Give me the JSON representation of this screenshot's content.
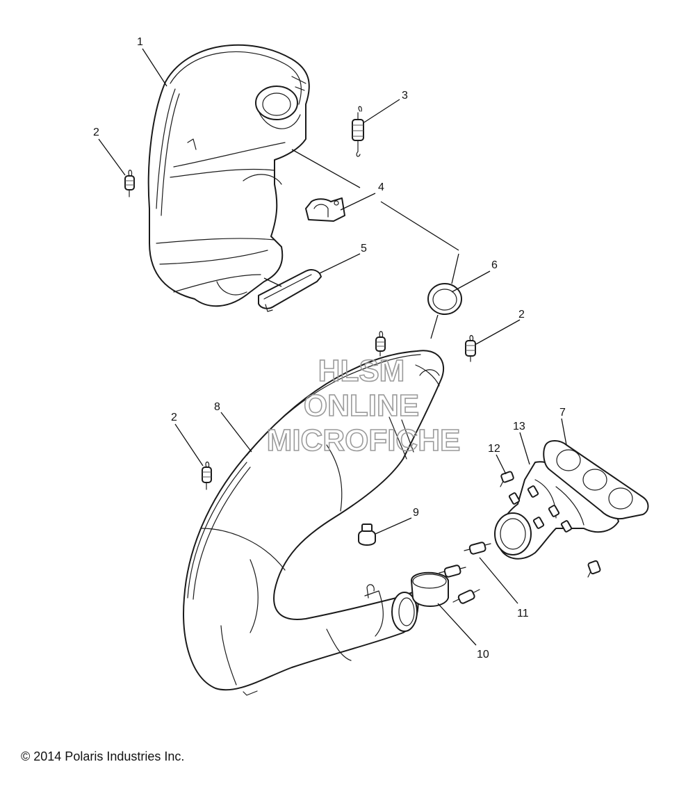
{
  "callouts": {
    "c1": "1",
    "c2a": "2",
    "c3": "3",
    "c4": "4",
    "c5": "5",
    "c6": "6",
    "c2b": "2",
    "c2c": "2",
    "c8": "8",
    "c13": "13",
    "c7": "7",
    "c12": "12",
    "c9": "9",
    "c11": "11",
    "c10": "10"
  },
  "watermark": {
    "line1": "HLSM",
    "line2": "ONLINE",
    "line3": "MICROFICHE",
    "color": "#9a9a9a"
  },
  "copyright": "© 2014 Polaris Industries Inc."
}
